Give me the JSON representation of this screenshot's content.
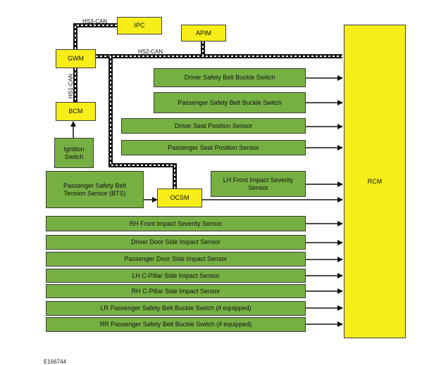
{
  "diagram": {
    "bus_labels": {
      "hs3_can": "HS3-CAN",
      "hs2_can": "HS2-CAN",
      "hs1_can": "HS1-CAN"
    },
    "nodes": {
      "ipc": "IPC",
      "apim": "APIM",
      "gwm": "GWM",
      "bcm": "BCM",
      "ignition_switch": "Ignition Switch",
      "bts": "Passenger Safety Belt Tension Sensor (BTS)",
      "ocsm": "OCSM",
      "rcm": "RCM"
    },
    "inputs": [
      "Driver Safety Belt Buckle Switch",
      "Passenger Safety Belt Buckle Switch",
      "Driver Seat Position Sensor",
      "Passenger Seat Position Sensor",
      "LH Front Impact Severity Sensor",
      "RH Front Impact Severity Sensor",
      "Driver Door Side Impact Sensor",
      "Passenger Door Side Impact Sensor",
      "LH C-Pillar Side Impact Sensor",
      "RH C-Pillar Side Impact Sensor",
      "LR Passenger Safety Belt Buckle Switch (if equipped)",
      "RR Passenger Safety Belt Buckle Switch (if equipped)"
    ],
    "figure_id": "E166744"
  },
  "colors": {
    "green_box": "#76b043",
    "yellow_box": "#f7ee19"
  }
}
